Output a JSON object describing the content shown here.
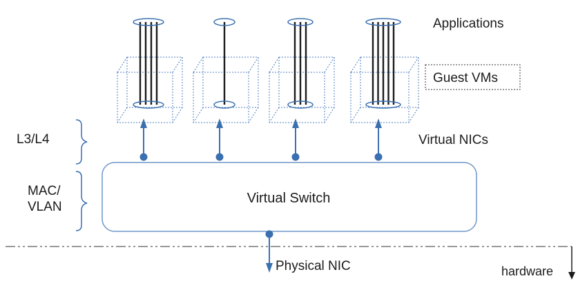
{
  "labels": {
    "applications": "Applications",
    "guest_vms": "Guest VMs",
    "virtual_nics": "Virtual NICs",
    "virtual_switch": "Virtual Switch",
    "l3l4": "L3/L4",
    "mac_line1": "MAC/",
    "mac_line2": "VLAN",
    "physical_nic": "Physical NIC",
    "hardware": "hardware"
  },
  "vms": [
    {
      "app_lines": 4
    },
    {
      "app_lines": 1
    },
    {
      "app_lines": 3
    },
    {
      "app_lines": 5
    }
  ],
  "colors": {
    "blue": "#3a6fb0",
    "switch_stroke": "#6e95c8",
    "cube": "#4f7fc0",
    "dark": "#1a1a1a"
  }
}
